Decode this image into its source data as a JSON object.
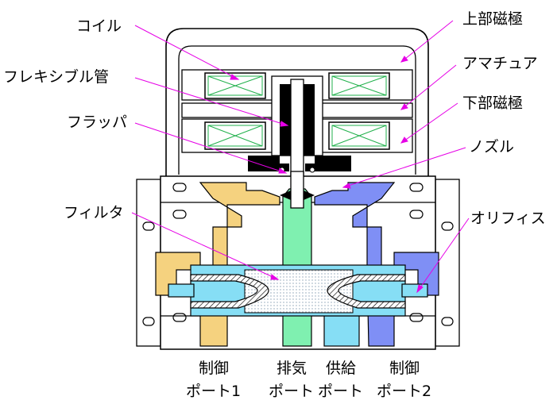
{
  "labels": {
    "coil": "コイル",
    "flexible_tube": "フレキシブル管",
    "flapper": "フラッパ",
    "filter": "フィルタ",
    "upper_pole": "上部磁極",
    "armature": "アマチュア",
    "lower_pole": "下部磁極",
    "nozzle": "ノズル",
    "orifice": "オリフィス"
  },
  "ports": {
    "control1_line1": "制御",
    "control1_line2": "ポート1",
    "exhaust_line1": "排気",
    "exhaust_line2": "ポート",
    "supply_line1": "供給",
    "supply_line2": "ポート",
    "control2_line1": "制御",
    "control2_line2": "ポート2"
  },
  "colors": {
    "control1": "#f5d27f",
    "exhaust": "#7ff0b0",
    "supply": "#86def5",
    "control2": "#7f8ff5",
    "coil_winding": "#22b14c",
    "leader": "#e600e6",
    "stipple": "#b5c4d4"
  }
}
